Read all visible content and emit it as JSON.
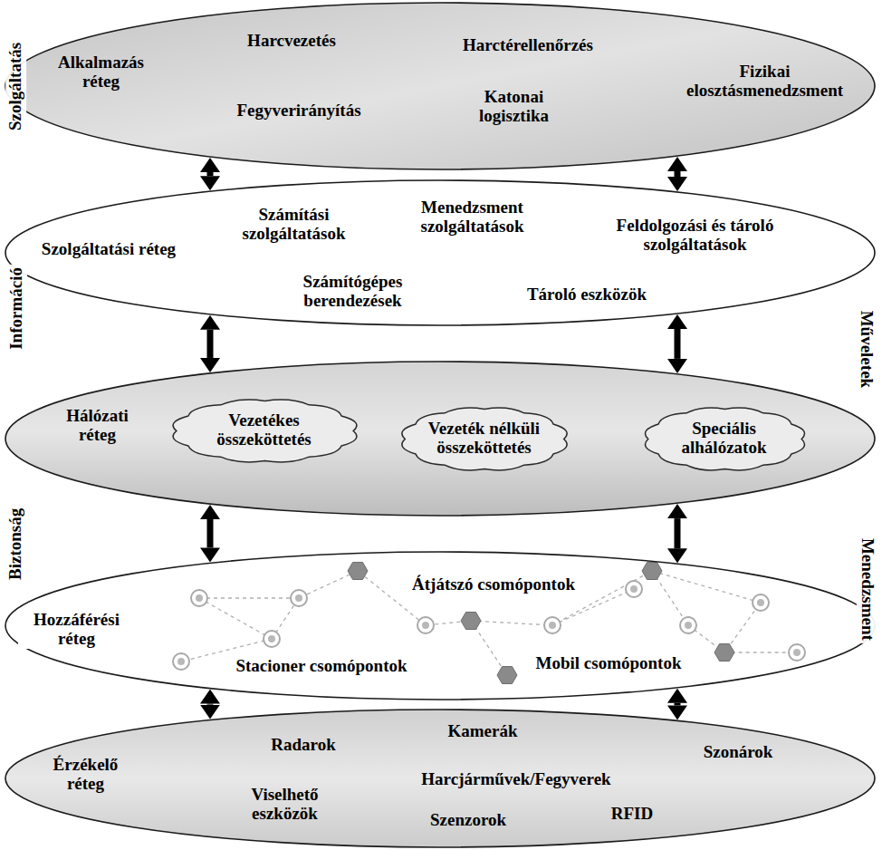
{
  "diagram": {
    "nodes": [
      {
        "text": [
          "Alkalmazás réteg",
          "Harcvezetés",
          "Harctérellenőrzés",
          "Fizikai elosztásmenedzsment",
          "Fegyverirányítás",
          "Katonai logisztika"
        ]
      },
      {
        "text": [
          "Szolgáltatási réteg",
          "Számítási szolgáltatások",
          "Menedzsment szolgáltatások",
          "Feldolgozási és tároló szolgáltatások",
          "Számítógépes berendezések",
          "Tároló eszközök"
        ]
      },
      {
        "text": [
          "Hálózati réteg"
        ]
      },
      {
        "text": [
          "Vezetékes összeköttetés"
        ],
        "in": 2
      },
      {
        "text": [
          "Vezeték nélküli összeköttetés"
        ],
        "in": 2
      },
      {
        "text": [
          "Speciális alhálózatok"
        ],
        "in": 2
      },
      {
        "text": [
          "Hozzáférési réteg",
          "Átjátszó csomópontok",
          "Stacioner csomópontok",
          "Mobil csomópontok"
        ]
      },
      {
        "text": [
          "Érzékelő réteg",
          "Radarok",
          "Kamerák",
          "Szonárok",
          "Viselhető eszközök",
          "Harcjárművek/Fegyverek",
          "Szenzorok",
          "RFID"
        ]
      }
    ],
    "edges": [
      {
        "from": 0,
        "to": 1,
        "arrow": "both"
      },
      {
        "from": 0,
        "to": 1,
        "arrow": "both"
      },
      {
        "from": 1,
        "to": 2,
        "arrow": "both"
      },
      {
        "from": 1,
        "to": 2,
        "arrow": "both"
      },
      {
        "from": 2,
        "to": 6,
        "arrow": "both"
      },
      {
        "from": 2,
        "to": 6,
        "arrow": "both"
      },
      {
        "from": 6,
        "to": 7,
        "arrow": "both"
      },
      {
        "from": 6,
        "to": 7,
        "arrow": "both"
      }
    ],
    "labels": [
      "Szolgáltatás",
      "Információ",
      "Biztonság",
      "Műveletek",
      "Menedzsment"
    ]
  }
}
